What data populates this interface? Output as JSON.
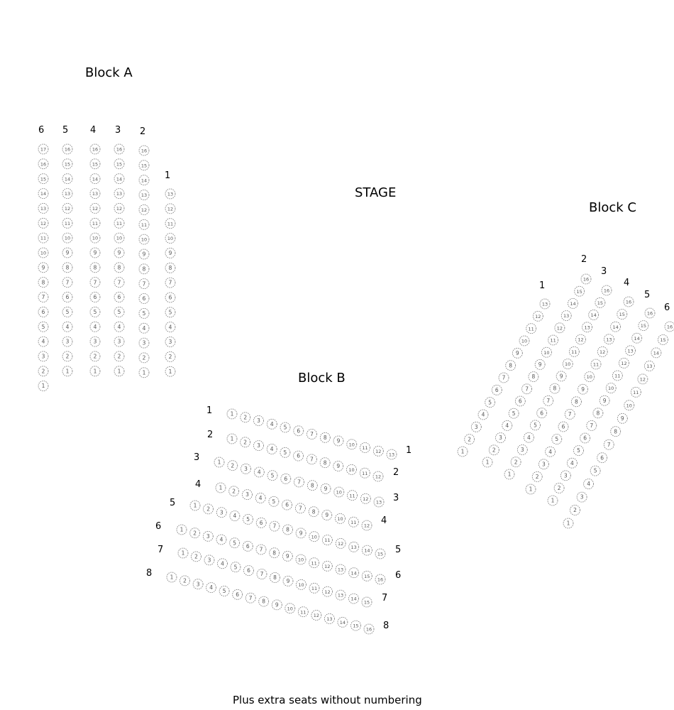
{
  "stage_label": "STAGE",
  "footer_note": "Plus extra seats without numbering",
  "colors": {
    "seat_outline": "#777777",
    "seat_number": "#555555",
    "text": "#000000"
  },
  "blocks": {
    "a": {
      "title": "Block A",
      "rows": [
        {
          "label": "6",
          "seats": 17
        },
        {
          "label": "5",
          "seats": 16
        },
        {
          "label": "4",
          "seats": 16
        },
        {
          "label": "3",
          "seats": 16
        },
        {
          "label": "2",
          "seats": 16
        },
        {
          "label": "1",
          "seats": 13
        }
      ]
    },
    "b": {
      "title": "Block B",
      "rows": [
        {
          "label": "1",
          "seats": 13
        },
        {
          "label": "2",
          "seats": 12
        },
        {
          "label": "3",
          "seats": 13
        },
        {
          "label": "4",
          "seats": 12
        },
        {
          "label": "5",
          "seats": 15
        },
        {
          "label": "6",
          "seats": 16
        },
        {
          "label": "7",
          "seats": 15
        },
        {
          "label": "8",
          "seats": 16
        }
      ]
    },
    "c": {
      "title": "Block C",
      "rows": [
        {
          "label": "1",
          "seats": 13
        },
        {
          "label": "2",
          "seats": 16
        },
        {
          "label": "3",
          "seats": 16
        },
        {
          "label": "4",
          "seats": 16
        },
        {
          "label": "5",
          "seats": 16
        },
        {
          "label": "6",
          "seats": 16
        }
      ]
    }
  }
}
